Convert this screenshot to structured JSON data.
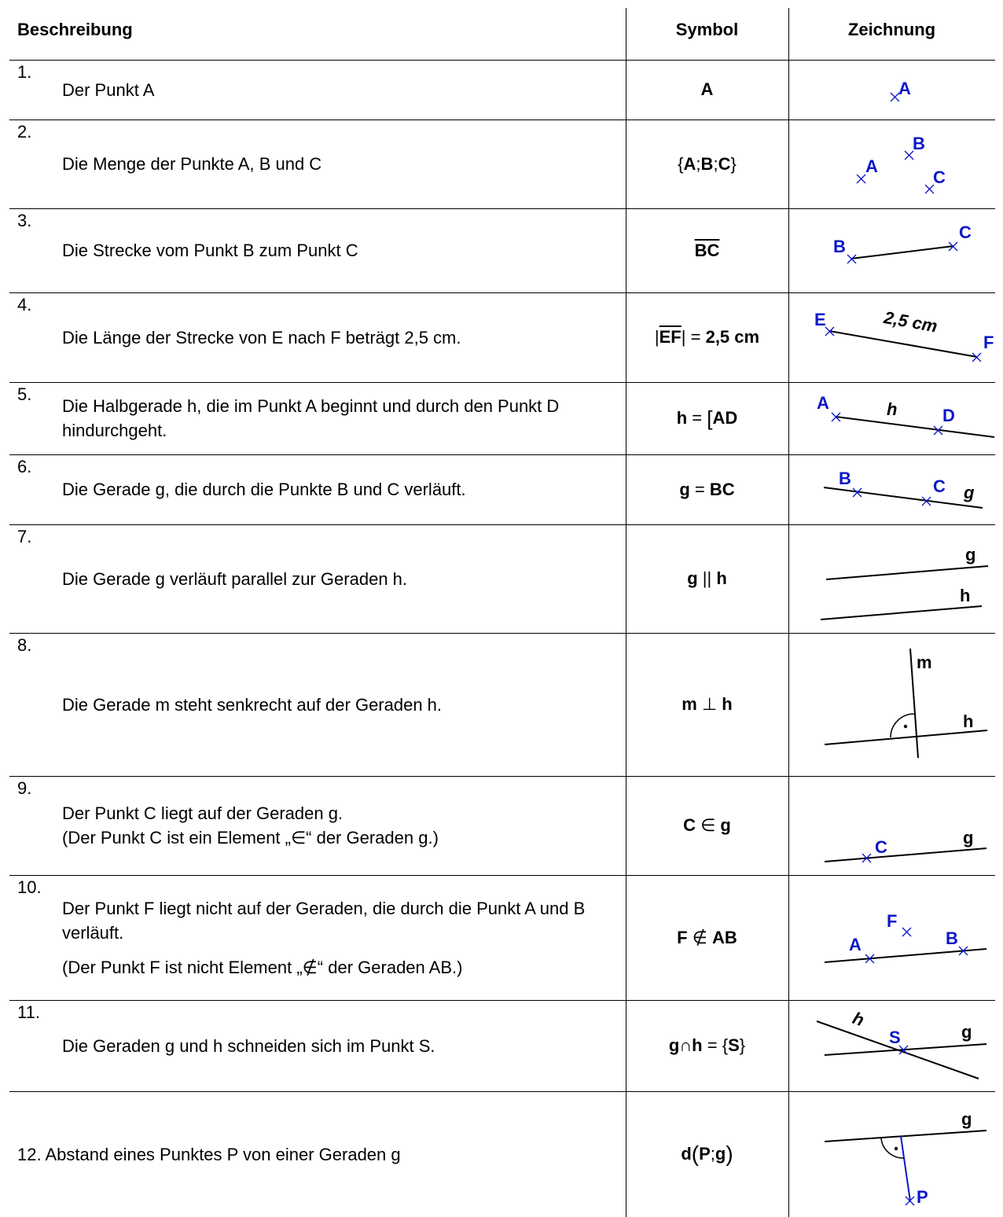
{
  "header": {
    "col_description": "Beschreibung",
    "col_symbol": "Symbol",
    "col_drawing": "Zeichnung"
  },
  "rows": [
    {
      "num": "1.",
      "text": "Der Punkt A",
      "symbol": "A",
      "labels": [
        "A"
      ]
    },
    {
      "num": "2.",
      "text": "Die Menge der Punkte A, B und C",
      "symbol": {
        "lb": "{",
        "a": "A",
        "s1": ";",
        "b": "B",
        "s2": ";",
        "c": "C",
        "rb": "}"
      },
      "labels": [
        "A",
        "B",
        "C"
      ]
    },
    {
      "num": "3.",
      "text": "Die Strecke vom Punkt B zum Punkt C",
      "symbol": "BC",
      "labels": [
        "B",
        "C"
      ]
    },
    {
      "num": "4.",
      "text": "Die Länge der Strecke von E nach F beträgt 2,5 cm.",
      "symbol": {
        "bar1": "|",
        "seg": "EF",
        "bar2": "|",
        "eq": "=",
        "val": "2,5 cm"
      },
      "labels": [
        "E",
        "F",
        "2,5 cm"
      ]
    },
    {
      "num": "5.",
      "text": "Die Halbgerade h, die im Punkt A beginnt und durch den Punkt D hindurchgeht.",
      "symbol": {
        "h": "h",
        "eq": "=",
        "br": "[",
        "ad": "AD"
      },
      "labels": [
        "A",
        "h",
        "D"
      ]
    },
    {
      "num": "6.",
      "text": "Die Gerade g, die durch die Punkte B und C verläuft.",
      "symbol": {
        "g": "g",
        "eq": "=",
        "bc": "BC"
      },
      "labels": [
        "B",
        "C",
        "g"
      ]
    },
    {
      "num": "7.",
      "text": "Die Gerade g verläuft parallel zur Geraden h.",
      "symbol": {
        "g": "g",
        "op": "||",
        "h": "h"
      },
      "labels": [
        "g",
        "h"
      ]
    },
    {
      "num": "8.",
      "text": "Die Gerade m steht senkrecht auf der Geraden h.",
      "symbol": {
        "m": "m",
        "op": "⊥",
        "h": "h"
      },
      "labels": [
        "m",
        "h"
      ]
    },
    {
      "num": "9.",
      "text": "Der Punkt C liegt auf der Geraden g.",
      "extra": "(Der Punkt C ist ein Element „∈“ der Geraden g.)",
      "symbol": {
        "c": "C",
        "op": "∈",
        "g": "g"
      },
      "labels": [
        "C",
        "g"
      ]
    },
    {
      "num": "10.",
      "text": "Der Punkt F liegt nicht auf der Geraden, die durch die Punkt A und B verläuft.",
      "extra": "(Der Punkt F ist nicht Element „∉“ der Geraden AB.)",
      "symbol": {
        "f": "F",
        "op": "∉",
        "ab": "AB"
      },
      "labels": [
        "A",
        "F",
        "B"
      ]
    },
    {
      "num": "11.",
      "text": "Die Geraden g und h schneiden sich im Punkt S.",
      "symbol": {
        "g": "g",
        "op": "∩",
        "h": "h",
        "eq": "=",
        "lb": "{",
        "s": "S",
        "rb": "}"
      },
      "labels": [
        "h",
        "S",
        "g"
      ]
    },
    {
      "num": "12.",
      "text": "Abstand eines Punktes P von einer Geraden g",
      "symbol": {
        "d": "d",
        "lp": "(",
        "p": "P",
        "sep": ";",
        "g": "g",
        "rp": ")"
      },
      "labels": [
        "g",
        "P"
      ]
    }
  ],
  "colors": {
    "point_blue": "#0a17c8",
    "line_black": "#000000"
  }
}
